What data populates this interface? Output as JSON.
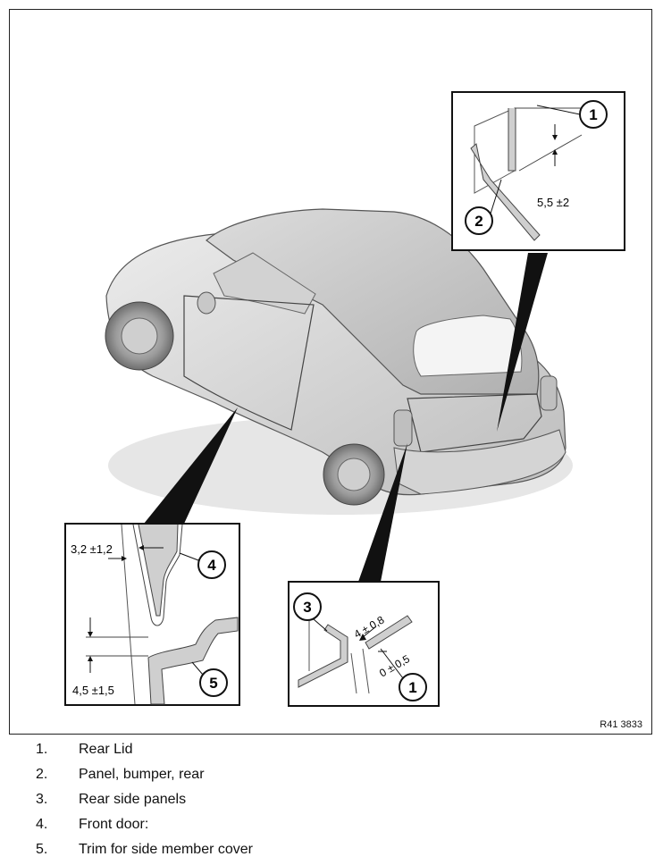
{
  "figure": {
    "reference": "R41 3833",
    "callouts": [
      "1",
      "2",
      "3",
      "4",
      "5"
    ],
    "dimensions": {
      "rear_lid_gap": "5,5 ±2",
      "side_panel_gap": "4 ± 0,8",
      "side_panel_flush": "0 ± 0,5",
      "door_gap": "3,2 ±1,2",
      "door_trim_gap": "4,5 ±1,5"
    }
  },
  "legend": [
    {
      "num": "1.",
      "text": "Rear Lid"
    },
    {
      "num": "2.",
      "text": "Panel, bumper, rear"
    },
    {
      "num": "3.",
      "text": "Rear side panels"
    },
    {
      "num": "4.",
      "text": "Front door:"
    },
    {
      "num": "5.",
      "text": "Trim for side member cover"
    }
  ]
}
